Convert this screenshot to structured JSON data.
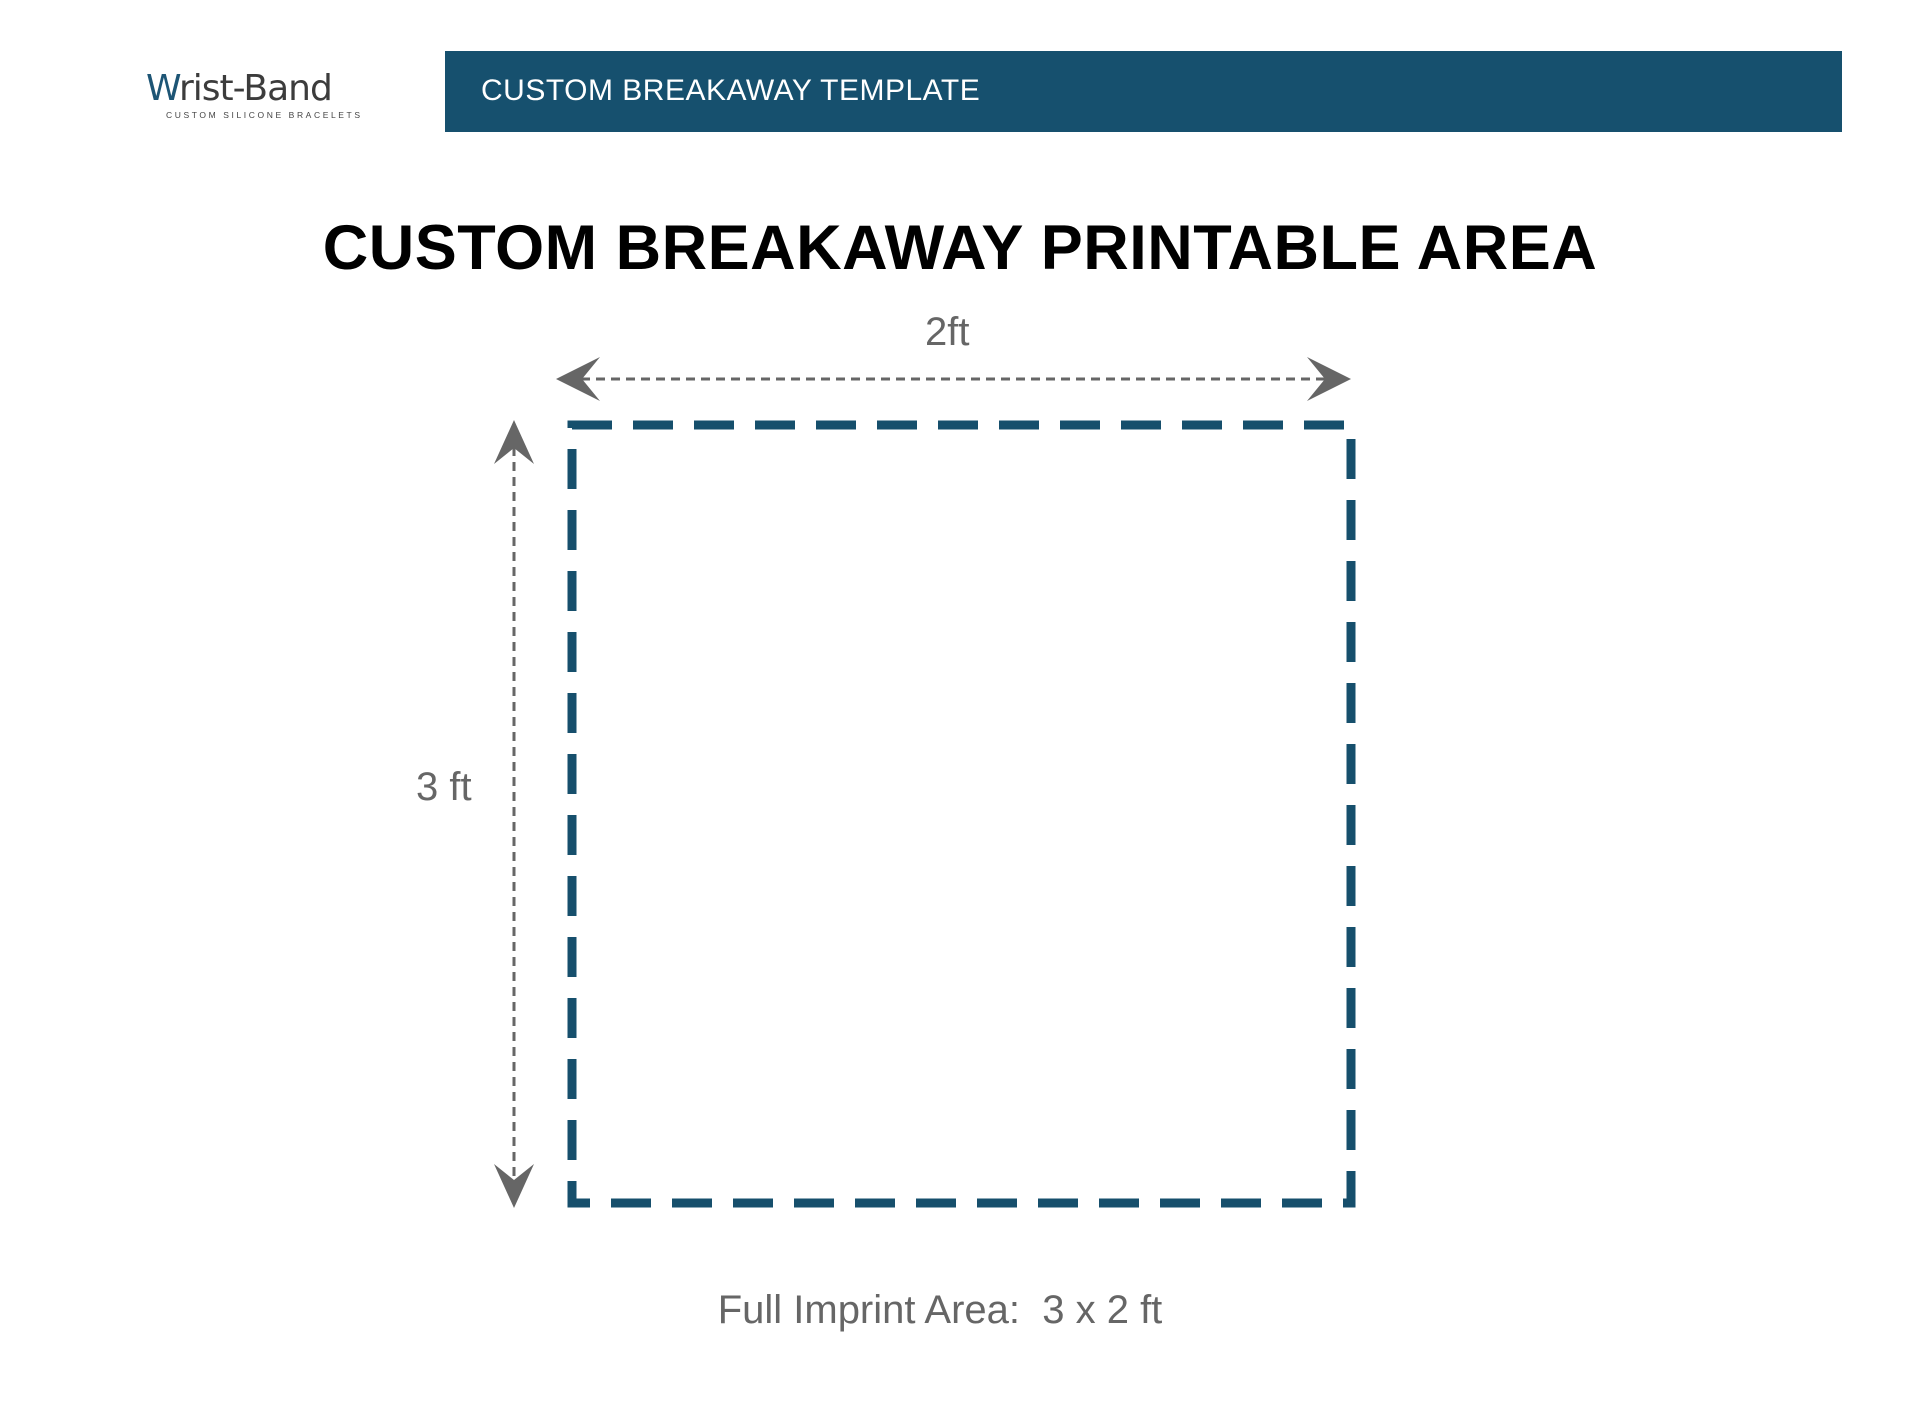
{
  "logo": {
    "brand": "Wrist-Band",
    "tagline": "CUSTOM  SILICONE  BRACELETS"
  },
  "header": {
    "banner_title": "CUSTOM BREAKAWAY TEMPLATE"
  },
  "main": {
    "title": "CUSTOM BREAKAWAY PRINTABLE AREA",
    "width_label": "2ft",
    "height_label": "3 ft",
    "footer": "Full Imprint Area:  3 x 2 ft"
  },
  "colors": {
    "brand": "#16506e",
    "dimension": "#666666",
    "logo_accent": "#e8512a"
  }
}
